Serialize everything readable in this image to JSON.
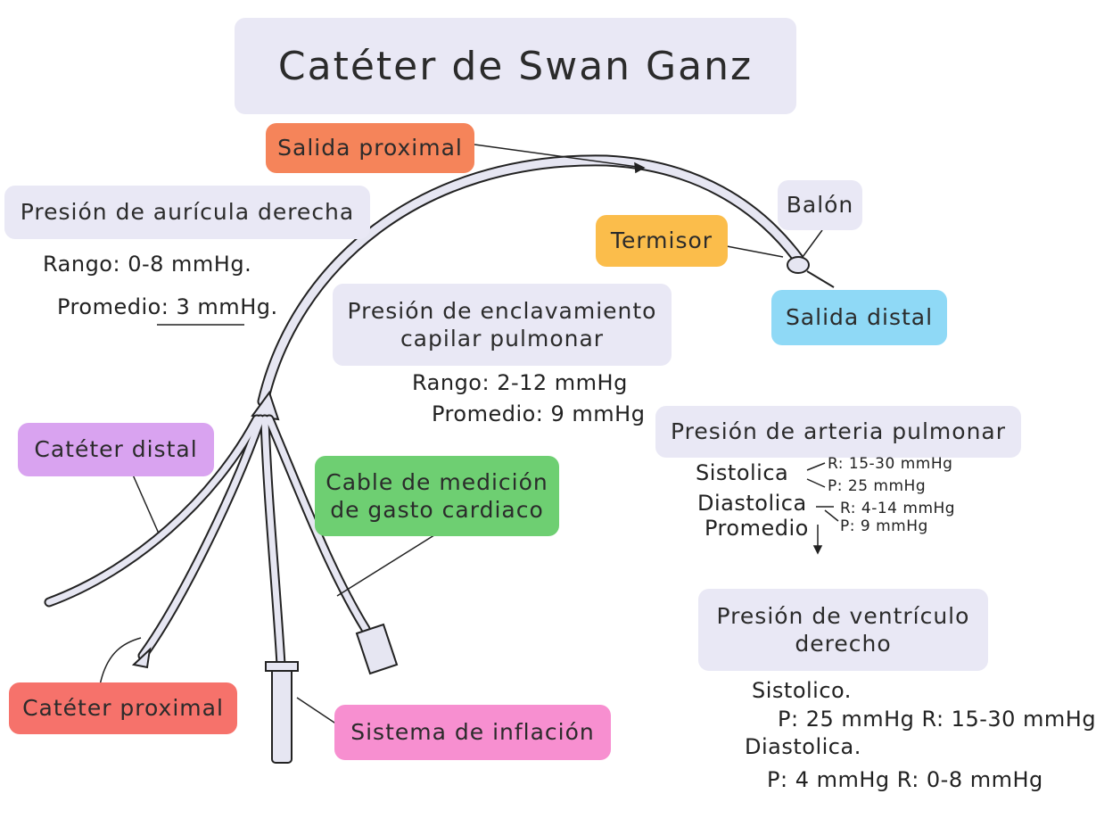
{
  "title": "Catéter de Swan Ganz",
  "labels": {
    "salida_proximal": "Salida proximal",
    "balon": "Balón",
    "termisor": "Termisor",
    "salida_distal": "Salida distal",
    "cateter_distal": "Catéter distal",
    "cateter_proximal": "Catéter proximal",
    "cable_medicion_l1": "Cable de medición",
    "cable_medicion_l2": "de gasto cardiaco",
    "sistema_inflacion": "Sistema de inflación"
  },
  "auricula_derecha": {
    "heading": "Presión de aurícula derecha",
    "rango": "Rango: 0-8 mmHg.",
    "promedio_label": "Promedio:",
    "promedio_value": "3 mmHg."
  },
  "enclavamiento": {
    "heading_l1": "Presión de enclavamiento",
    "heading_l2": "capilar pulmonar",
    "rango": "Rango: 2-12 mmHg",
    "promedio": "Promedio: 9 mmHg"
  },
  "arteria_pulmonar": {
    "heading": "Presión de arteria pulmonar",
    "sistolica": "Sistolica",
    "sistolica_r": "R: 15-30 mmHg",
    "sistolica_p": "P: 25 mmHg",
    "diastolica": "Diastolica",
    "diastolica_r": "R: 4-14 mmHg",
    "diastolica_p": "P: 9 mmHg",
    "promedio": "Promedio"
  },
  "ventriculo_derecho": {
    "heading_l1": "Presión de ventrículo",
    "heading_l2": "derecho",
    "sistolico": "Sistolico.",
    "sistolico_values": "P: 25 mmHg  R: 15-30 mmHg",
    "diastolica": "Diastolica.",
    "diastolica_values": "P: 4 mmHg  R: 0-8 mmHg"
  },
  "colors": {
    "lavender": "#e9e8f5",
    "orange": "#f5845a",
    "yellow": "#fbbd4b",
    "cyan": "#8fd9f6",
    "purple": "#d9a3f0",
    "green": "#6ecf72",
    "red": "#f6726b",
    "pink": "#f78fd0"
  }
}
